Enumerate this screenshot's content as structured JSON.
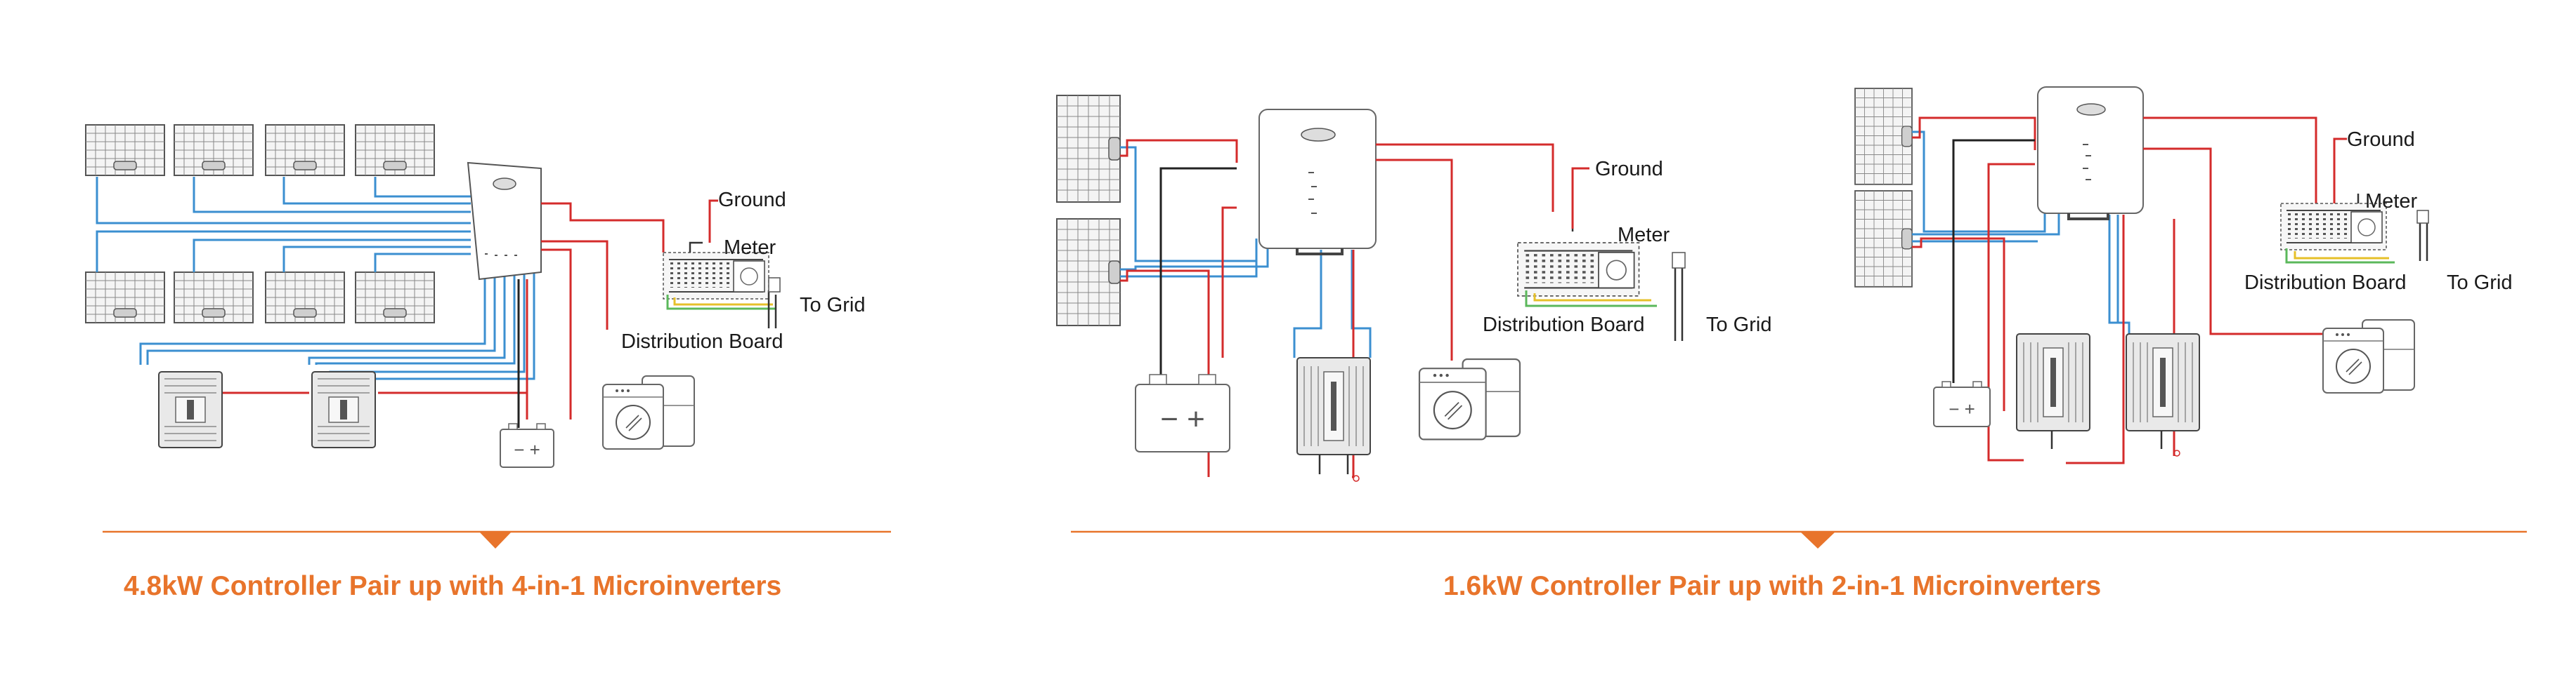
{
  "colors": {
    "accent": "#e8742b",
    "divider": "#e8742b",
    "wire_dc": "#3b8fd0",
    "wire_ac": "#d42b2b",
    "wire_battery_neg": "#222222"
  },
  "left": {
    "labels": {
      "ground": "Ground",
      "meter": "Meter",
      "to_grid": "To Grid",
      "distribution_board": "Distribution Board"
    },
    "battery_symbols": "− +",
    "caption": "4.8kW Controller Pair up with 4-in-1 Microinverters"
  },
  "middle": {
    "labels": {
      "ground": "Ground",
      "meter": "Meter",
      "to_grid": "To Grid",
      "distribution_board": "Distribution Board"
    },
    "battery_symbols": "− +"
  },
  "right": {
    "labels": {
      "ground": "Ground",
      "meter": "Meter",
      "to_grid": "To Grid",
      "distribution_board": "Distribution Board"
    },
    "battery_symbols": "− +",
    "caption": "1.6kW Controller Pair up with 2-in-1 Microinverters"
  },
  "icons": [
    "solar-panel-icon",
    "controller-icon",
    "microinverter-icon",
    "battery-icon",
    "appliance-icon",
    "distribution-board-icon",
    "meter-icon",
    "ground-rod-icon"
  ]
}
